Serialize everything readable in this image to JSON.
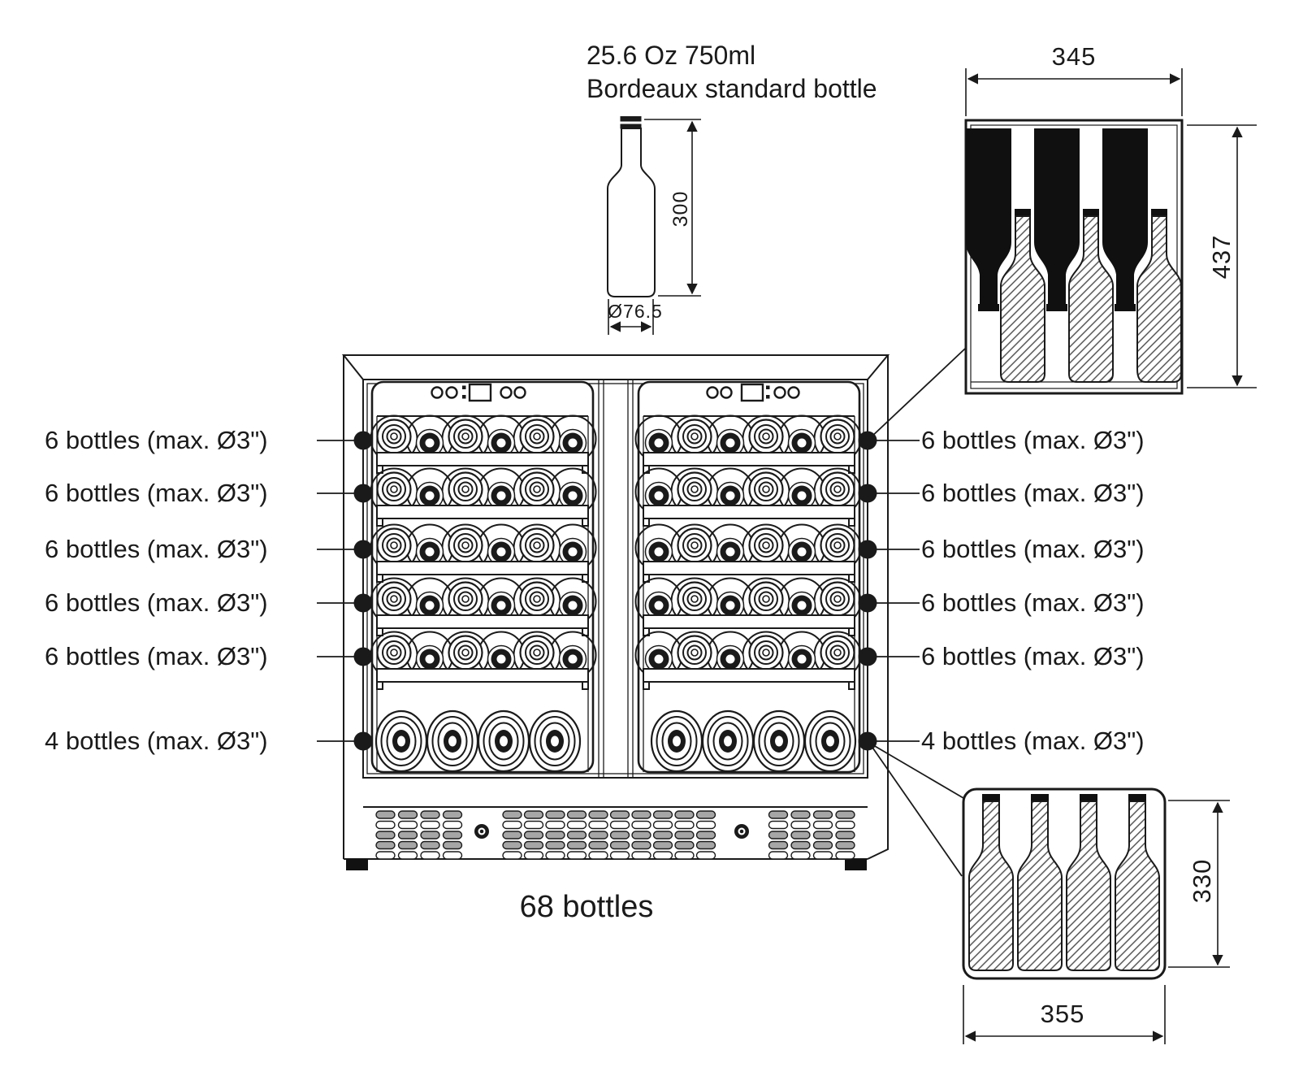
{
  "drawing": {
    "bottle_spec_line1": "25.6 Oz 750ml",
    "bottle_spec_line2": "Bordeaux standard bottle",
    "total_capacity": "68 bottles",
    "dimensions": {
      "bottle_height": "300",
      "bottle_diameter": "Ø76.5",
      "upper_rack_width": "345",
      "upper_rack_depth": "437",
      "lower_rack_depth": "330",
      "lower_rack_width": "355"
    },
    "rack_labels": {
      "left": [
        "6 bottles (max. Ø3\")",
        "6 bottles (max. Ø3\")",
        "6 bottles (max. Ø3\")",
        "6 bottles (max. Ø3\")",
        "6 bottles (max. Ø3\")",
        "4 bottles (max. Ø3\")"
      ],
      "right": [
        "6 bottles (max. Ø3\")",
        "6 bottles (max. Ø3\")",
        "6 bottles (max. Ø3\")",
        "6 bottles (max. Ø3\")",
        "6 bottles (max. Ø3\")",
        "4 bottles (max. Ø3\")"
      ]
    }
  }
}
